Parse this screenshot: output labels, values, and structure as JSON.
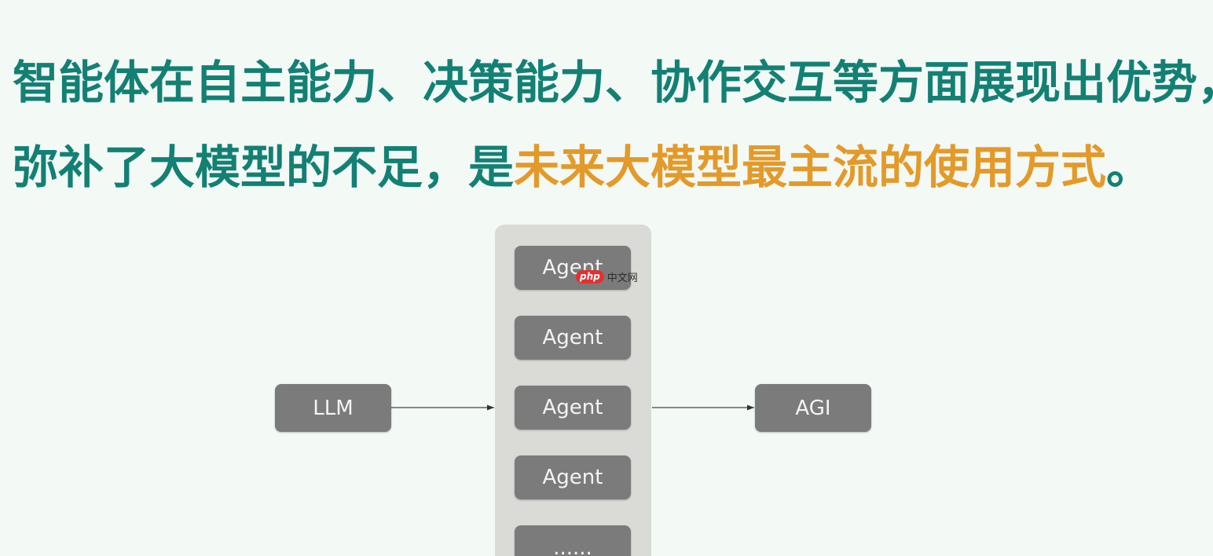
{
  "headline": {
    "line1": "智能体在自主能力、决策能力、协作交互等方面展现出优势，",
    "line2_prefix": "弥补了大模型的不足，是",
    "line2_highlight": "未来大模型最主流的使用方式",
    "line2_suffix": "。"
  },
  "diagram": {
    "source": "LLM",
    "target": "AGI",
    "agents": [
      "Agent",
      "Agent",
      "Agent",
      "Agent",
      "......"
    ]
  },
  "watermark": {
    "badge": "php",
    "text": "中文网"
  },
  "colors": {
    "background": "#f3f9f5",
    "headline": "#138074",
    "highlight": "#e39a2a",
    "node": "#7b7b7b",
    "column": "#dadad6"
  }
}
